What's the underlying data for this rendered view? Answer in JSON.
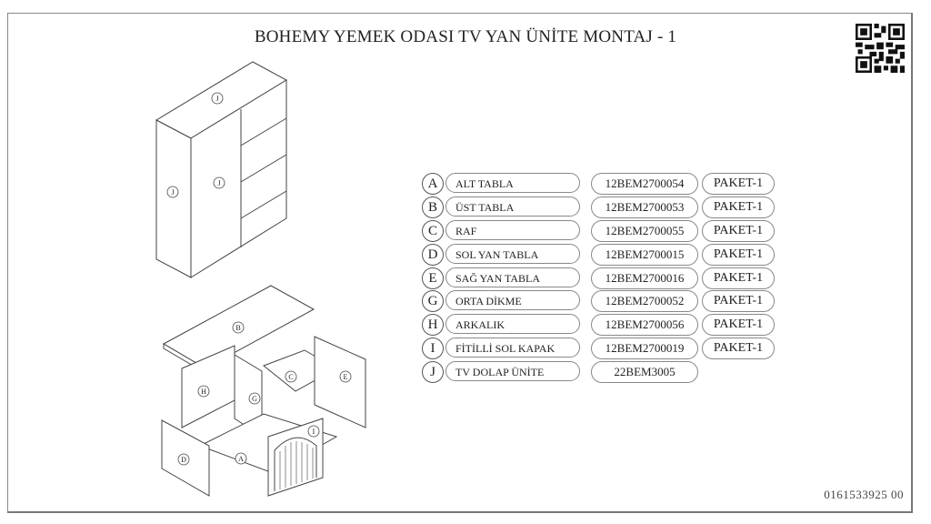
{
  "title": "BOHEMY YEMEK ODASI TV YAN ÜNİTE MONTAJ - 1",
  "doc_number": "0161533925 00",
  "parts": [
    {
      "letter": "A",
      "name": "ALT TABLA",
      "code": "12BEM2700054",
      "package": "PAKET-1"
    },
    {
      "letter": "B",
      "name": "ÜST TABLA",
      "code": "12BEM2700053",
      "package": "PAKET-1"
    },
    {
      "letter": "C",
      "name": "RAF",
      "code": "12BEM2700055",
      "package": "PAKET-1"
    },
    {
      "letter": "D",
      "name": "SOL YAN TABLA",
      "code": "12BEM2700015",
      "package": "PAKET-1"
    },
    {
      "letter": "E",
      "name": "SAĞ YAN TABLA",
      "code": "12BEM2700016",
      "package": "PAKET-1"
    },
    {
      "letter": "G",
      "name": "ORTA DİKME",
      "code": "12BEM2700052",
      "package": "PAKET-1"
    },
    {
      "letter": "H",
      "name": "ARKALIK",
      "code": "12BEM2700056",
      "package": "PAKET-1"
    },
    {
      "letter": "I",
      "name": "FİTİLLİ SOL KAPAK",
      "code": "12BEM2700019",
      "package": "PAKET-1"
    },
    {
      "letter": "J",
      "name": "TV DOLAP ÜNİTE",
      "code": "22BEM3005",
      "package": null
    }
  ],
  "callouts": {
    "j": "J",
    "b": "B",
    "c": "C",
    "e": "E",
    "h": "H",
    "g": "G",
    "d": "D",
    "a": "A",
    "i": "I"
  }
}
